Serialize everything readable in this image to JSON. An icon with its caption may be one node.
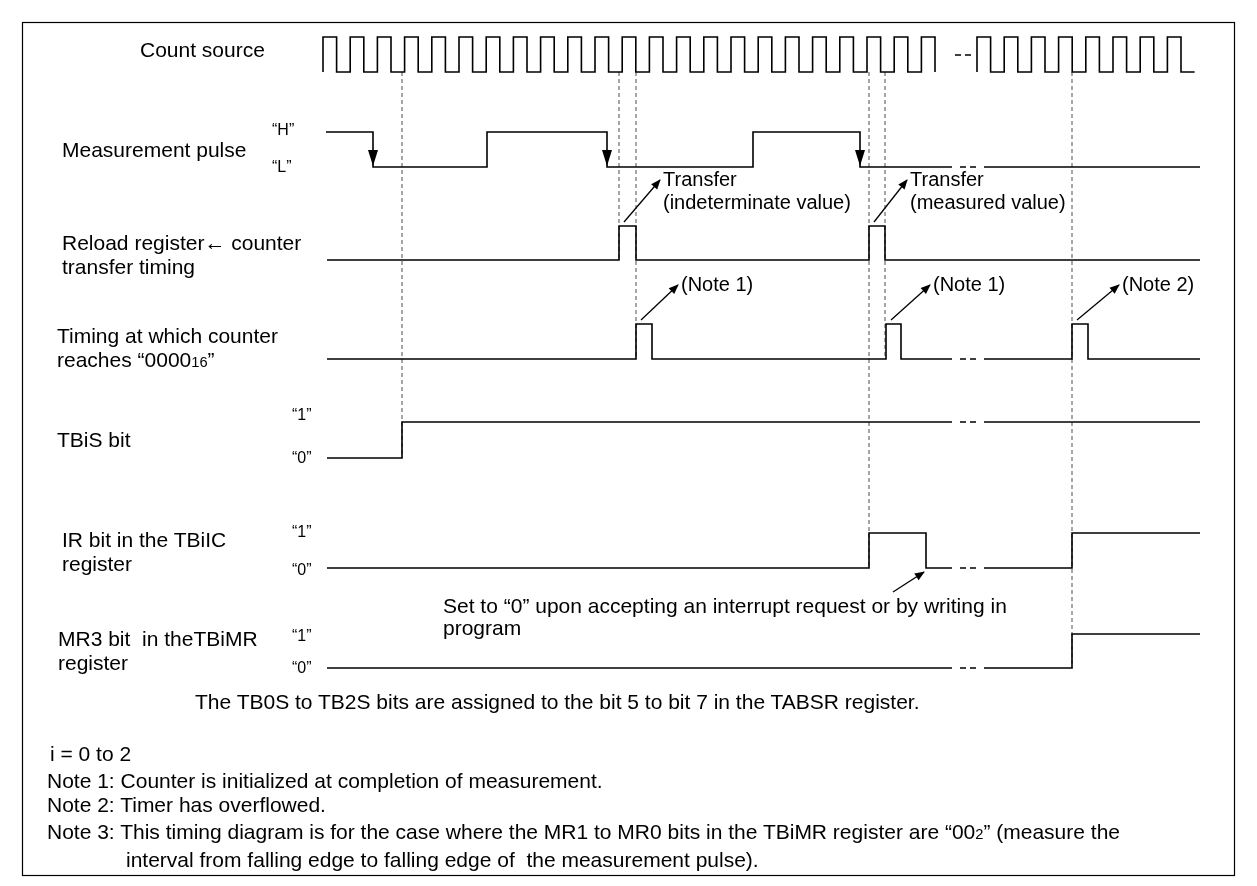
{
  "diagram": {
    "nodes": [
      {
        "text": [
          "Transfer (indeterminate value)"
        ]
      },
      {
        "text": [
          "Transfer (measured value)"
        ]
      },
      {
        "text": [
          "(Note 1)"
        ]
      },
      {
        "text": [
          "(Note 1)"
        ]
      },
      {
        "text": [
          "(Note 2)"
        ]
      },
      {
        "text": [
          "Set to “0” upon accepting an interrupt request or by writing in program"
        ]
      },
      {
        "text": [],
        "shape": "waveform"
      },
      {
        "text": [],
        "shape": "waveform"
      },
      {
        "text": [],
        "shape": "waveform"
      }
    ],
    "edges": [
      {
        "from": 6,
        "to": 0,
        "arrow": "to"
      },
      {
        "from": 6,
        "to": 1,
        "arrow": "to"
      },
      {
        "from": 7,
        "to": 2,
        "arrow": "to"
      },
      {
        "from": 7,
        "to": 3,
        "arrow": "to"
      },
      {
        "from": 7,
        "to": 4,
        "arrow": "to"
      },
      {
        "from": 5,
        "to": 8,
        "arrow": "to"
      }
    ],
    "labels": [
      "Count source",
      "Measurement pulse",
      "“H”",
      "“L”",
      "Reload register← counter transfer timing",
      "Timing at which counter reaches “0000$_{16}$”",
      "TBiS bit",
      "“1”",
      "“0”",
      "IR bit in the TBiIC register",
      "“1”",
      "“0”",
      "MR3 bit  in theTBiMR register",
      "“1”",
      "“0”",
      "The TB0S to TB2S bits are assigned to the bit 5 to bit 7 in the TABSR register.",
      "i = 0 to 2",
      "Note 1: Counter is initialized at completion of measurement.",
      "Note 2: Timer has overflowed.",
      "Note 3: This timing diagram is for the case where the MR1 to MR0 bits in the TBiMR register are “00$_{2}$” (measure the interval from falling edge to falling edge of  the measurement pulse)."
    ]
  }
}
